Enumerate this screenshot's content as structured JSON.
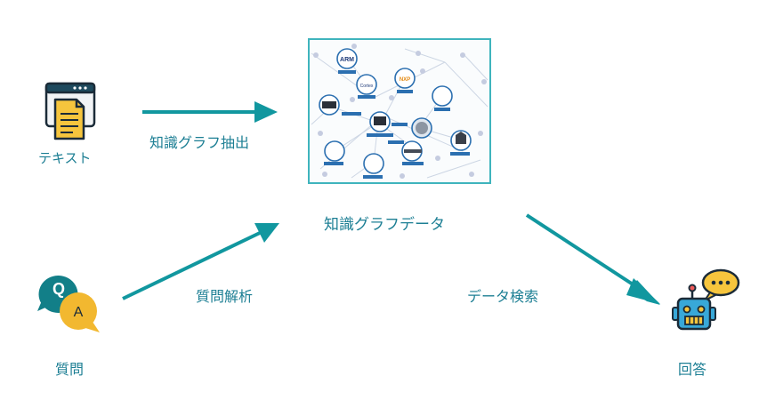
{
  "nodes": {
    "text": "テキスト",
    "question": "質問",
    "kg": "知識グラフデータ",
    "answer": "回答"
  },
  "edges": {
    "extract": "知識グラフ抽出",
    "parse": "質問解析",
    "search": "データ検索"
  },
  "kg_image": {
    "logos": [
      "ARM",
      "NXP",
      "Cortex"
    ]
  },
  "colors": {
    "accent": "#11979f",
    "label": "#1d7f94",
    "frame": "#3fb4bd"
  },
  "icons": [
    "document-icon",
    "qa-bubbles-icon",
    "robot-icon"
  ]
}
